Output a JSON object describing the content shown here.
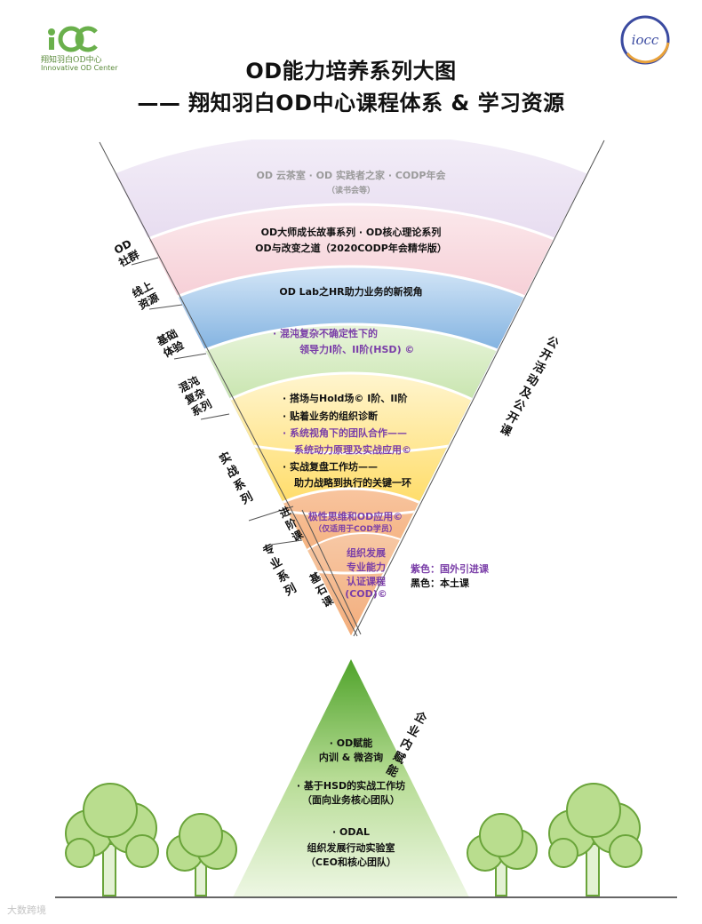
{
  "header": {
    "title": "OD能力培养系列大图",
    "subtitle": "—— 翔知羽白OD中心课程体系 & 学习资源"
  },
  "logo_left": {
    "mark": "ioc",
    "name_cn": "翔知羽白OD中心",
    "name_en": "Innovative OD Center"
  },
  "logo_right": {
    "mark": "iocc"
  },
  "bands": {
    "community_line1": "OD 云茶室 · OD 实践者之家 · CODP年会",
    "community_line2": "（读书会等）",
    "online_line1": "OD大师成长故事系列 · OD核心理论系列",
    "online_line2": "OD与改变之道（2020CODP年会精华版）",
    "basic_line1": "OD Lab之HR助力业务的新视角",
    "chaos_line1": "· 混沌复杂不确定性下的",
    "chaos_line2": "领导力I阶、II阶(HSD) ©",
    "practice_line1": "· 搭场与Hold场© I阶、II阶",
    "practice_line2": "· 贴着业务的组织诊断",
    "practice_line3": "· 系统视角下的团队合作——",
    "practice_line4": "系统动力原理及实战应用©",
    "practice_line5": "· 实战复盘工作坊——",
    "practice_line6": "助力战略到执行的关键一环",
    "advanced_line1": "极性思维和OD应用©",
    "advanced_line2": "（仅适用于COD学员）",
    "foundation_line1": "组织发展",
    "foundation_line2": "专业能力",
    "foundation_line3": "认证课程",
    "foundation_line4": "(COD)©"
  },
  "side_labels": {
    "od_community": "OD\n社群",
    "online": "线上\n资源",
    "basic": "基础\n体验",
    "chaos": "混沌\n复杂\n系列",
    "practice": "实战\n系列",
    "advanced": "进阶\n课",
    "foundation": "基石\n课",
    "professional": "专业\n系列",
    "public": "公开活动及公开课",
    "enterprise": "企业内赋能"
  },
  "legend": {
    "purple": "紫色：国外引进课",
    "black": "黑色：本土课"
  },
  "enterprise_items": {
    "item1_line1": "· OD赋能",
    "item1_line2": "内训 & 微咨询",
    "item2_line1": "· 基于HSD的实战工作坊",
    "item2_line2": "（面向业务核心团队）",
    "item3_line1": "· ODAL",
    "item3_line2": "组织发展行动实验室",
    "item3_line3": "（CEO和核心团队）"
  },
  "watermark": "大数跨境",
  "colors": {
    "band_purple": "#d9c8e6",
    "band_pink": "#f2bcc6",
    "band_blue": "#3f82c9",
    "band_green": "#8fcb5a",
    "band_yellow": "#f6c21c",
    "band_orange": "#f08d48",
    "band_orange_dark": "#e8793a",
    "text_purple": "#7a3ea8",
    "triangle_green": "#6fb83c",
    "tree_green": "#9ccf62"
  }
}
